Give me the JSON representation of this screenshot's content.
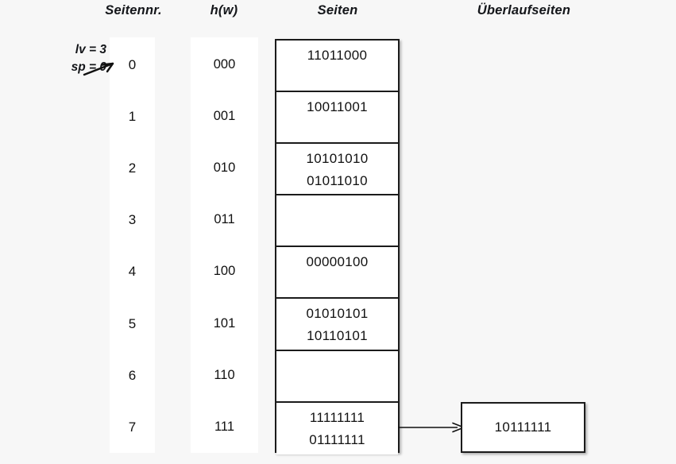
{
  "headers": {
    "seitennr": "Seitennr.",
    "hw": "h(w)",
    "seiten": "Seiten",
    "ueberlaufseiten": "Überlaufseiten"
  },
  "annotation": {
    "lv": "lv = 3",
    "sp": "sp = 0",
    "arrow_icon": "arrow-up-right-icon"
  },
  "rows": [
    {
      "index": "0",
      "hash": "000",
      "records": [
        "11011000"
      ]
    },
    {
      "index": "1",
      "hash": "001",
      "records": [
        "10011001"
      ]
    },
    {
      "index": "2",
      "hash": "010",
      "records": [
        "10101010",
        "01011010"
      ]
    },
    {
      "index": "3",
      "hash": "011",
      "records": []
    },
    {
      "index": "4",
      "hash": "100",
      "records": [
        "00000100"
      ]
    },
    {
      "index": "5",
      "hash": "101",
      "records": [
        "01010101",
        "10110101"
      ]
    },
    {
      "index": "6",
      "hash": "110",
      "records": []
    },
    {
      "index": "7",
      "hash": "111",
      "records": [
        "11111111",
        "01111111"
      ]
    }
  ],
  "overflow": {
    "records": [
      "10111111"
    ],
    "arrow_icon": "arrow-right-icon",
    "from_row": "7"
  },
  "colors": {
    "background": "#f7f7f7",
    "band": "#ffffff",
    "box_border": "#1b1b1b",
    "text": "#111111"
  }
}
